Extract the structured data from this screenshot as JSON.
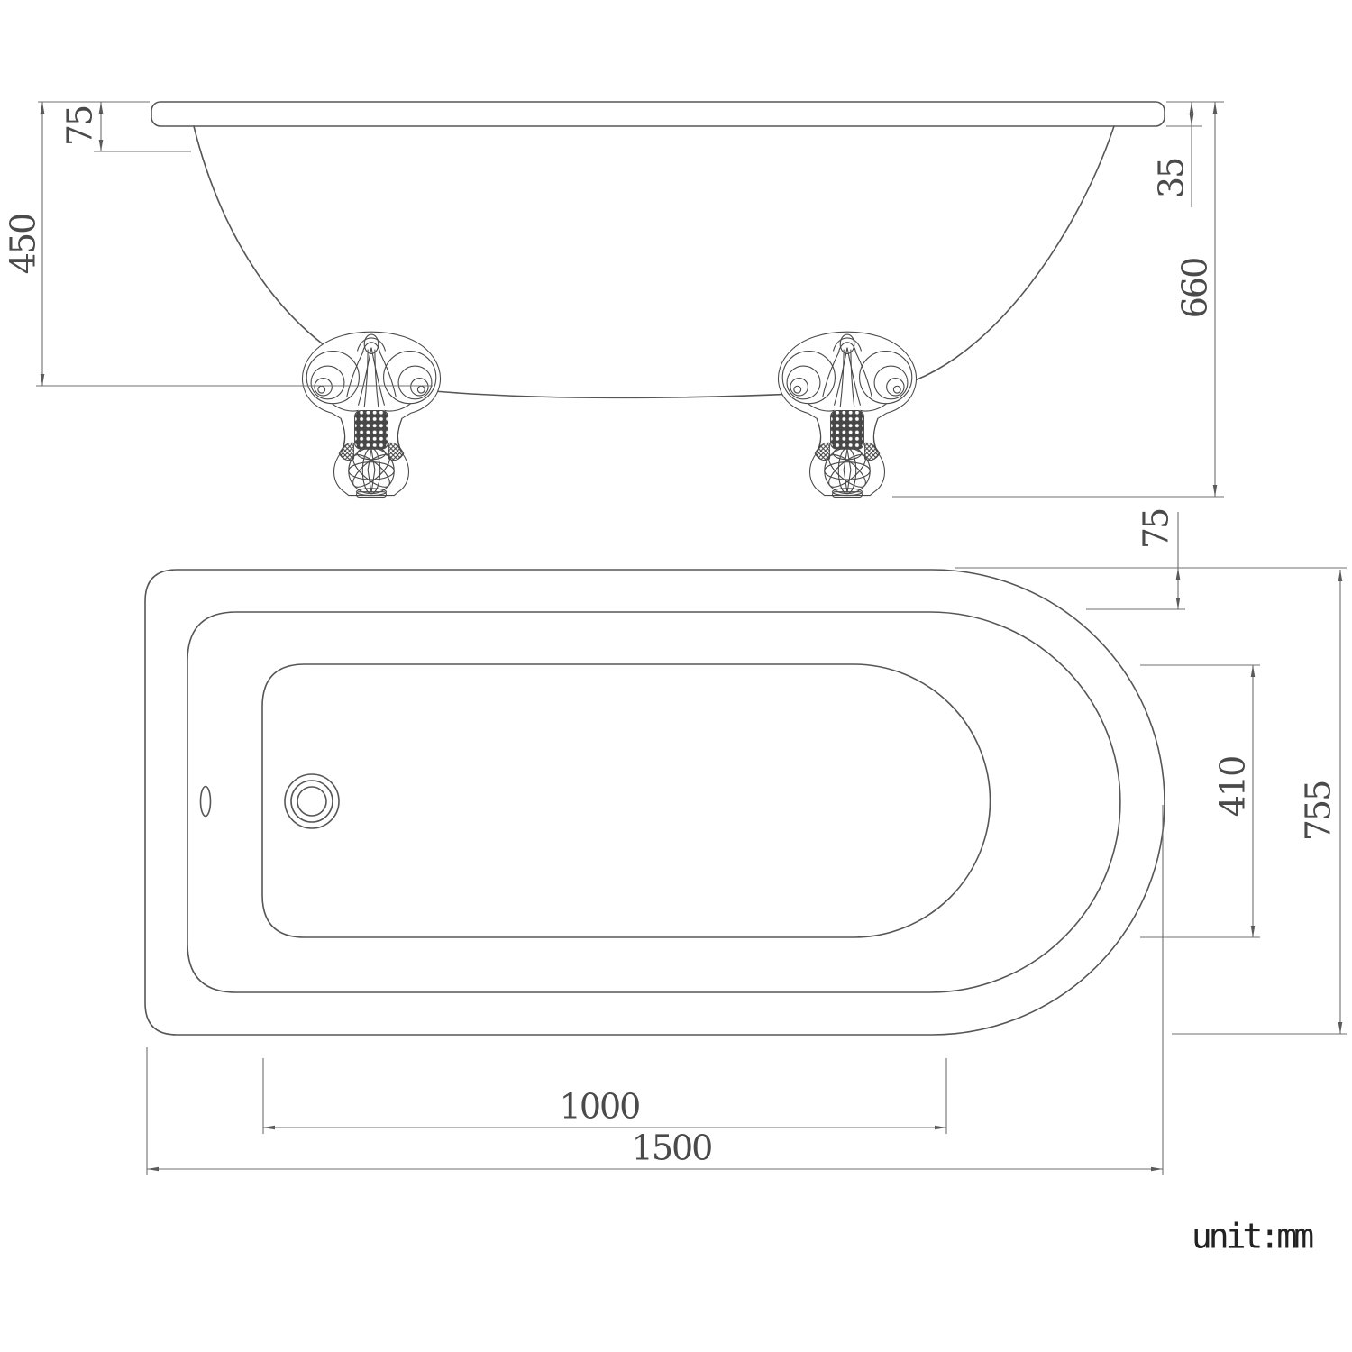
{
  "unit_label": "unit:mm",
  "side_view": {
    "dimensions": {
      "rim_to_shoulder": "75",
      "rim_to_base": "450",
      "rim_thickness": "35",
      "overall_height": "660"
    }
  },
  "plan_view": {
    "dimensions": {
      "rim_width": "75",
      "basin_inner_width": "410",
      "overall_width": "755",
      "basin_length": "1000",
      "overall_length": "1500"
    }
  },
  "colors": {
    "line": "#565656",
    "dimension_line": "#6f6f6f",
    "text": "#4a4a4a",
    "background": "#ffffff"
  }
}
